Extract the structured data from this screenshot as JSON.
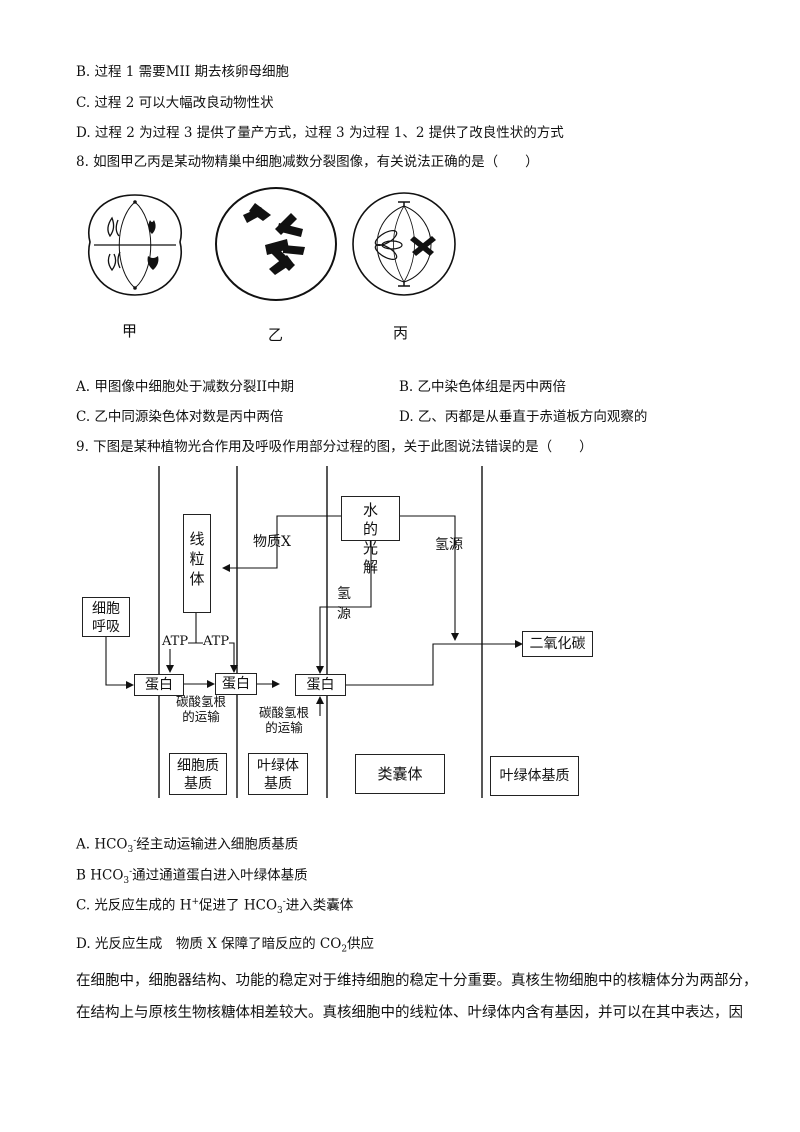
{
  "q7_options": {
    "B": "B. 过程 1 需要MII 期去核卵母细胞",
    "C": "C. 过程 2 可以大幅改良动物性状",
    "D": "D. 过程 2 为过程 3 提供了量产方式，过程 3 为过程 1、2 提供了改良性状的方式"
  },
  "q8": {
    "stem": "8. 如图甲乙丙是某动物精巢中细胞减数分裂图像，有关说法正确的是（　　）",
    "figure_labels": [
      "甲",
      "乙",
      "丙"
    ],
    "options": {
      "A": "A. 甲图像中细胞处于减数分裂II中期",
      "B": "B. 乙中染色体组是丙中两倍",
      "C": "C. 乙中同源染色体对数是丙中两倍",
      "D": "D. 乙、丙都是从垂直于赤道板方向观察的"
    }
  },
  "q9": {
    "stem": "9. 下图是某种植物光合作用及呼吸作用部分过程的图，关于此图说法错误的是（　　）",
    "diagram": {
      "mitochondria": "线粒体",
      "substance_x": "物质X",
      "water_photolysis": "水的光解",
      "hydrogen_source_right": "氢源",
      "hydrogen_source_mid": "氢源",
      "cell_respiration": "细胞呼吸",
      "atp_1": "ATP",
      "atp_2": "ATP",
      "protein_1": "蛋白",
      "protein_2": "蛋白",
      "protein_3": "蛋白",
      "bicarb_transport_1": "碳酸氢根的运输",
      "bicarb_transport_2": "碳酸氢根的运输",
      "co2": "二氧化碳",
      "cytoplasm_matrix": "细胞质基质",
      "stroma_left": "叶绿体基质",
      "thylakoid": "类囊体",
      "stroma_right": "叶绿体基质"
    },
    "options": {
      "A_pre": "A. HCO",
      "A_sub": "3",
      "A_sup": "-",
      "A_post": "经主动运输进入细胞质基质",
      "B_pre": "B   HCO",
      "B_sub": "3",
      "B_sup": "-",
      "B_post": "通过通道蛋白进入叶绿体基质",
      "C_pre": "C. 光反应生成的 H",
      "C_sup1": "+",
      "C_mid": "促进了 HCO",
      "C_sub": "3",
      "C_sup2": "-",
      "C_post": "进入类囊体",
      "D_pre": "D. 光反应生成　物质 X 保障了暗反应的 CO",
      "D_sub": "2",
      "D_post": "供应"
    }
  },
  "passage": {
    "line1": "在细胞中，细胞器结构、功能的稳定对于维持细胞的稳定十分重要。真核生物细胞中的核糖体分为两部分，",
    "line2": "在结构上与原核生物核糖体相差较大。真核细胞中的线粒体、叶绿体内含有基因，并可以在其中表达，因"
  }
}
